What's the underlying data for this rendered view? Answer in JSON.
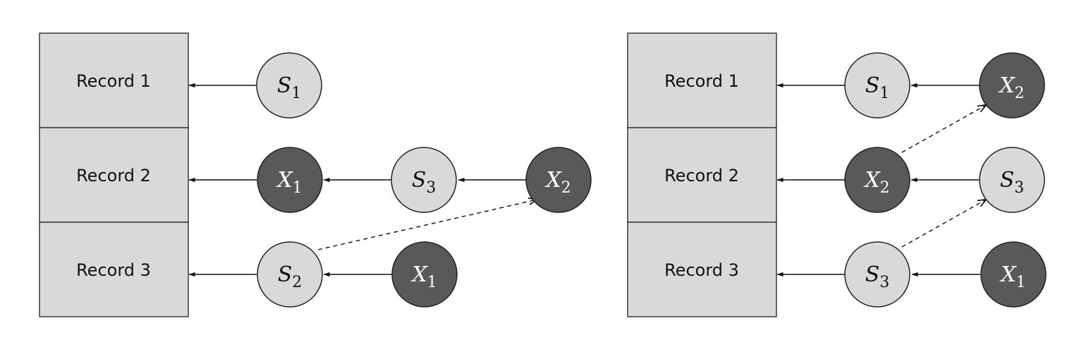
{
  "diagrams": [
    {
      "id": "left",
      "records": [
        {
          "label": "Record 1"
        },
        {
          "label": "Record 2"
        },
        {
          "label": "Record 3"
        }
      ],
      "nodes": [
        {
          "id": "L-S1",
          "var": "S",
          "sub": "1",
          "shade": "light"
        },
        {
          "id": "L-X1a",
          "var": "X",
          "sub": "1",
          "shade": "dark"
        },
        {
          "id": "L-S3",
          "var": "S",
          "sub": "3",
          "shade": "light"
        },
        {
          "id": "L-X2",
          "var": "X",
          "sub": "2",
          "shade": "dark"
        },
        {
          "id": "L-S2",
          "var": "S",
          "sub": "2",
          "shade": "light"
        },
        {
          "id": "L-X1b",
          "var": "X",
          "sub": "1",
          "shade": "dark"
        }
      ],
      "edges": [
        {
          "from": "L-S1",
          "to": "record-1",
          "style": "solid"
        },
        {
          "from": "L-X1a",
          "to": "record-2",
          "style": "solid"
        },
        {
          "from": "L-S3",
          "to": "L-X1a",
          "style": "solid"
        },
        {
          "from": "L-X2",
          "to": "L-S3",
          "style": "solid"
        },
        {
          "from": "L-S2",
          "to": "record-3",
          "style": "solid"
        },
        {
          "from": "L-X1b",
          "to": "L-S2",
          "style": "solid"
        },
        {
          "from": "L-S2",
          "to": "L-X2",
          "style": "dashed"
        }
      ]
    },
    {
      "id": "right",
      "records": [
        {
          "label": "Record 1"
        },
        {
          "label": "Record 2"
        },
        {
          "label": "Record 3"
        }
      ],
      "nodes": [
        {
          "id": "R-S1",
          "var": "S",
          "sub": "1",
          "shade": "light"
        },
        {
          "id": "R-X2a",
          "var": "X",
          "sub": "2",
          "shade": "dark"
        },
        {
          "id": "R-X2b",
          "var": "X",
          "sub": "2",
          "shade": "dark"
        },
        {
          "id": "R-S3a",
          "var": "S",
          "sub": "3",
          "shade": "light"
        },
        {
          "id": "R-S3b",
          "var": "S",
          "sub": "3",
          "shade": "light"
        },
        {
          "id": "R-X1",
          "var": "X",
          "sub": "1",
          "shade": "dark"
        }
      ],
      "edges": [
        {
          "from": "R-S1",
          "to": "record-1",
          "style": "solid"
        },
        {
          "from": "R-X2a",
          "to": "R-S1",
          "style": "solid"
        },
        {
          "from": "R-X2b",
          "to": "record-2",
          "style": "solid"
        },
        {
          "from": "R-S3a",
          "to": "R-X2b",
          "style": "solid"
        },
        {
          "from": "R-S3b",
          "to": "record-3",
          "style": "solid"
        },
        {
          "from": "R-X1",
          "to": "R-S3b",
          "style": "solid"
        },
        {
          "from": "R-X2b",
          "to": "R-X2a",
          "style": "dashed"
        },
        {
          "from": "R-S3b",
          "to": "R-S3a",
          "style": "dashed"
        }
      ]
    }
  ],
  "colors": {
    "record_fill": "#d9d9d9",
    "light_node": "#d9d9d9",
    "dark_node": "#595959",
    "stroke": "#222222"
  }
}
